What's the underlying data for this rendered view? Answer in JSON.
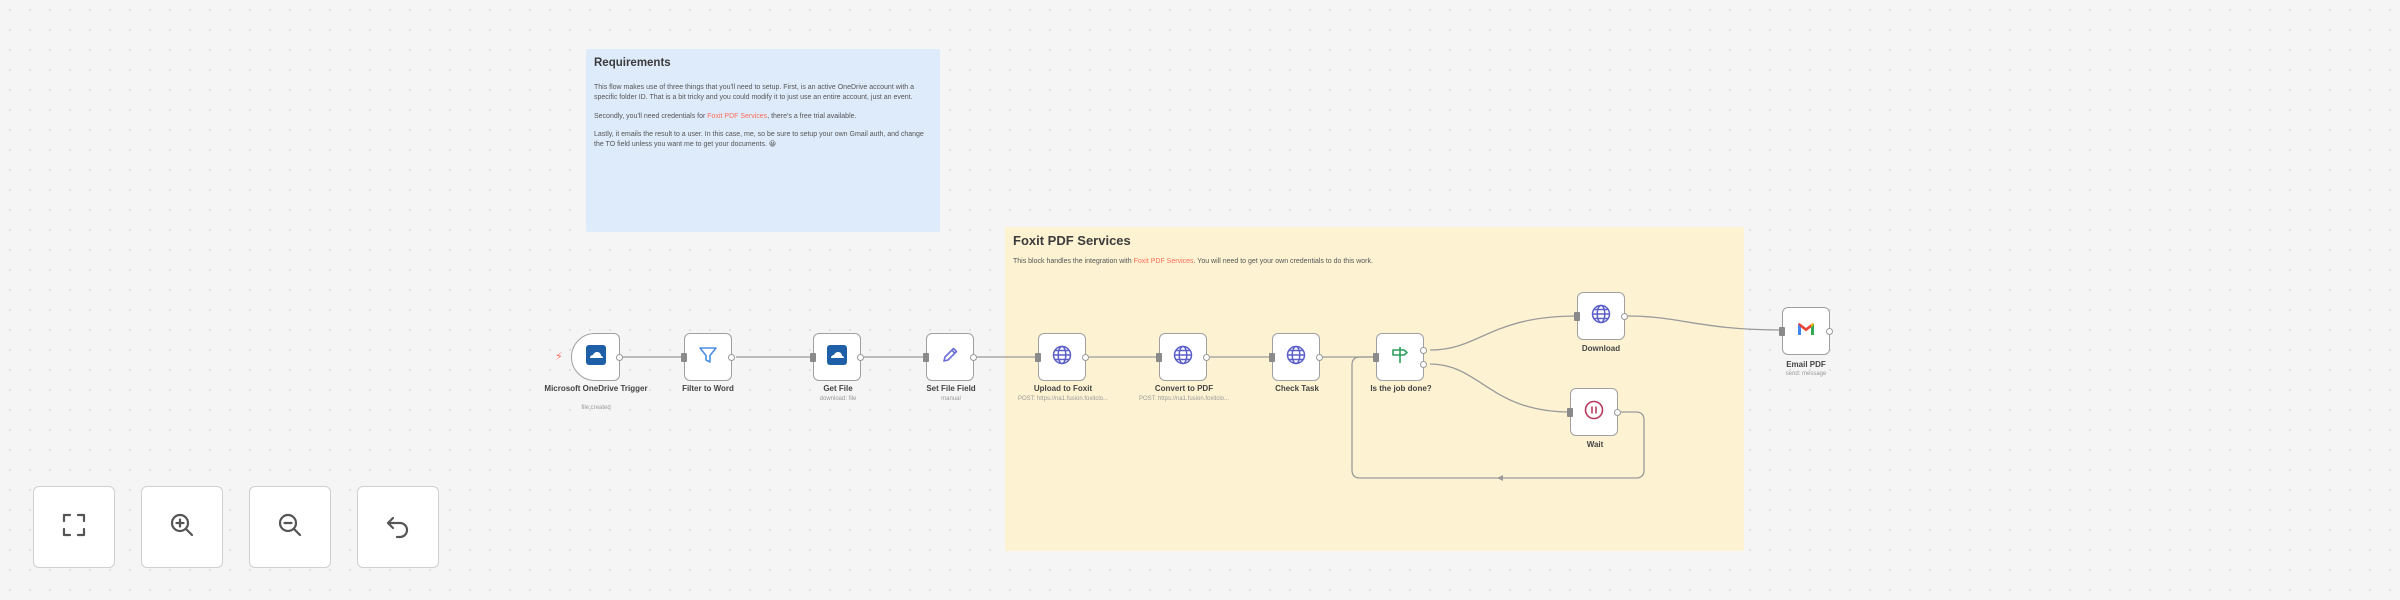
{
  "notes": {
    "requirements": {
      "title": "Requirements",
      "p1": "This flow makes use of three things that you'll need to setup. First, is an active OneDrive account with a specific folder ID. That is a bit tricky and you could modify it to just use an entire account, just an event.",
      "p2_before": "Secondly, you'll need credentials for ",
      "p2_link": "Foxit PDF Services",
      "p2_after": ", there's a free trial available.",
      "p3": "Lastly, it emails the result to a user. In this case, me, so be sure to setup your own Gmail auth, and change the TO field unless you want me to get your documents. 😀"
    },
    "foxit": {
      "title": "Foxit PDF Services",
      "p1_before": "This block handles the integration with ",
      "p1_link": "Foxit PDF Services",
      "p1_after": ". You will need to get your own credentials to do this work."
    }
  },
  "nodes": {
    "trigger": {
      "label": "Microsoft OneDrive Trigger",
      "sub": "file:created"
    },
    "filter": {
      "label": "Filter to Word",
      "sub": ""
    },
    "getfile": {
      "label": "Get File",
      "sub": "download: file"
    },
    "setfield": {
      "label": "Set File Field",
      "sub": "manual"
    },
    "upload": {
      "label": "Upload to Foxit",
      "sub": "POST: https://na1.fusion.foxitclo..."
    },
    "convert": {
      "label": "Convert to PDF",
      "sub": "POST: https://na1.fusion.foxitclo..."
    },
    "checktask": {
      "label": "Check Task",
      "sub": ""
    },
    "isdone": {
      "label": "Is the job done?",
      "sub": ""
    },
    "download": {
      "label": "Download",
      "sub": ""
    },
    "wait": {
      "label": "Wait",
      "sub": ""
    },
    "email": {
      "label": "Email PDF",
      "sub": "send: message"
    }
  },
  "icons": {
    "trigger": "onedrive-icon",
    "filter": "filter-icon",
    "getfile": "onedrive-icon",
    "setfield": "pencil-icon",
    "http": "globe-icon",
    "if": "signpost-icon",
    "wait": "pause-icon",
    "gmail": "gmail-icon"
  },
  "colors": {
    "background": "#f5f5f5",
    "sticky_blue": "#deebfa",
    "sticky_yellow": "#fdf3d3",
    "link": "#ff6d5a",
    "http_icon": "#5b5fc7",
    "onedrive": "#1e5fa8",
    "if_icon": "#2e9e5b",
    "wait_icon": "#b83b5e"
  }
}
